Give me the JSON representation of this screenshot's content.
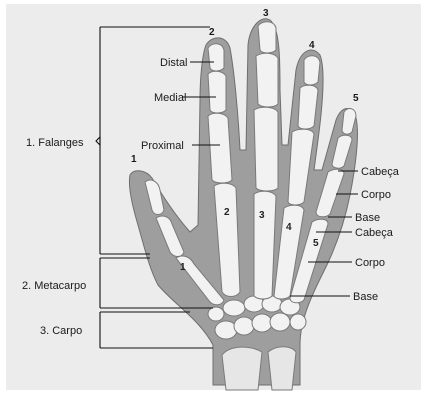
{
  "groups": {
    "phalanges": "1. Falanges",
    "metacarpal": "2. Metacarpo",
    "carpal": "3. Carpo"
  },
  "finger_numbers": {
    "f1": "1",
    "f2": "2",
    "f3": "3",
    "f4": "4",
    "f5": "5"
  },
  "metacarpal_numbers": {
    "m1": "1",
    "m2": "2",
    "m3": "3",
    "m4": "4",
    "m5": "5"
  },
  "phalanx_labels": {
    "distal": "Distal",
    "medial": "Medial",
    "proximal": "Proximal"
  },
  "part_labels": {
    "head_phalanx": "Cabeça",
    "body_phalanx": "Corpo",
    "base_phalanx": "Base",
    "head_metacarpal": "Cabeça",
    "body_metacarpal": "Corpo",
    "base_metacarpal": "Base"
  },
  "colors": {
    "background": "#ececec",
    "skin": "#9e9e9e",
    "bone": "#f2f2f2",
    "line": "#111111"
  }
}
